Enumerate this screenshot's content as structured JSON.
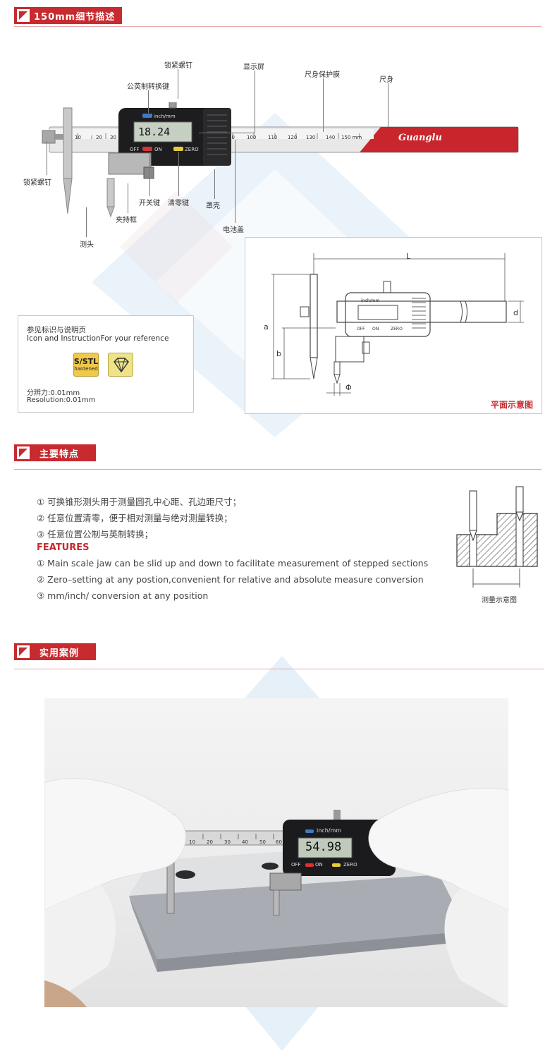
{
  "sections": {
    "detail": {
      "title": "150mm细节描述"
    },
    "features": {
      "title": "主要特点"
    },
    "cases": {
      "title": "实用案例"
    }
  },
  "callouts": {
    "lock_screw_top": "锁紧螺钉",
    "display": "显示屏",
    "scale_film": "尺身保护膜",
    "beam": "尺身",
    "unit_key": "公英制转换键",
    "lock_screw_left": "锁紧螺钉",
    "power_key": "开关键",
    "zero_key": "清零键",
    "shell": "罩壳",
    "clamp_frame": "夹持框",
    "battery_cover": "电池盖",
    "probe": "测头"
  },
  "caliper": {
    "lcd_value": "18.24",
    "unit_label": "inch/mm",
    "off_label": "OFF",
    "on_label": "ON",
    "zero_label": "ZERO",
    "brand": "Guanglu",
    "scale_ticks": [
      "10",
      "20",
      "30",
      "90",
      "100",
      "110",
      "120",
      "130",
      "140",
      "150 mm"
    ]
  },
  "reference": {
    "line1": "参见标识与说明页",
    "line2": "Icon and InstructionFor your reference",
    "badge_stl_top": "S/STL",
    "badge_stl_bottom": "hardened",
    "resolution_cn": "分辨力:0.01mm",
    "resolution_en": "Resolution:0.01mm"
  },
  "drawing": {
    "caption": "平面示意图",
    "dim_L": "L",
    "dim_a": "a",
    "dim_b": "b",
    "dim_d": "d",
    "dim_phi": "Φ",
    "mini_unit": "inch/mm",
    "mini_off": "OFF",
    "mini_on": "ON",
    "mini_zero": "ZERO"
  },
  "features": {
    "cn": [
      "① 可换锥形测头用于测量圆孔中心距、孔边距尺寸；",
      "② 任意位置清零，便于相对测量与绝对测量转换；",
      "③ 任意位置公制与英制转换；"
    ],
    "title_en": "FEATURES",
    "en": [
      "① Main scale jaw can be slid up and down to facilitate measurement of stepped sections",
      "② Zero–setting at any postion,convenient for relative and absolute measure conversion",
      "③ mm/inch/ conversion at any position"
    ],
    "measure_caption": "测量示意图"
  },
  "photo": {
    "lcd_value": "54.98",
    "unit_label": "inch/mm",
    "off_label": "OFF",
    "on_label": "ON",
    "zero_label": "ZERO",
    "scale_ticks": [
      "10",
      "20",
      "30",
      "40",
      "50",
      "60"
    ]
  },
  "colors": {
    "accent": "#c72a2f",
    "watermark": "#cfe3f3"
  }
}
